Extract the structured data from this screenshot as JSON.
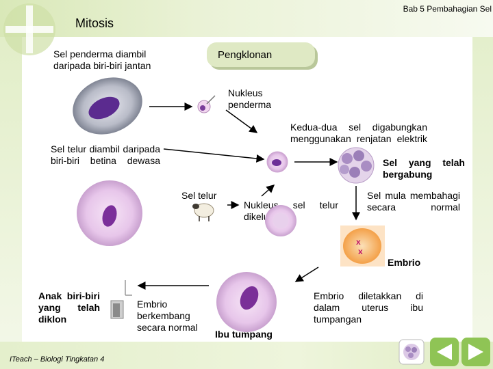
{
  "header": {
    "chapter": "Bab 5 Pembahagian Sel",
    "title": "Mitosis"
  },
  "labels": {
    "donor_cell": "Sel penderma diambil daripada biri-biri jantan",
    "cloning": "Pengklonan",
    "donor_nucleus": "Nukleus penderma",
    "fusion": "Kedua-dua sel digabungkan menggunakan renjatan elektrik",
    "egg_cell_from": "Sel telur diambil daripada biri-biri betina dewasa",
    "fused_cell": "Sel yang telah bergabung",
    "egg_cell": "Sel telur",
    "nucleus_removed": "Nukleus sel telur dikeluarkan",
    "cell_divides": "Sel mula membahagi secara normal",
    "embryo": "Embrio",
    "embryo_placed": "Embrio diletakkan di dalam uterus ibu tumpangan",
    "cloned_lamb": "Anak biri-biri yang telah diklon",
    "embryo_develops": "Embrio berkembang secara normal",
    "surrogate_mother": "Ibu tumpang"
  },
  "footer": {
    "credit": "ITeach – Biologi Tingkatan 4"
  },
  "nav": {
    "icons": [
      "cell-thumbnail-icon",
      "previous-slide-icon",
      "next-slide-icon"
    ]
  },
  "colors": {
    "cell_purple": "#9e3fa8",
    "nucleus_purple": "#4f1f7a",
    "button_green": "#8fc455",
    "pengklonan_fill": "#dfe9c4"
  }
}
